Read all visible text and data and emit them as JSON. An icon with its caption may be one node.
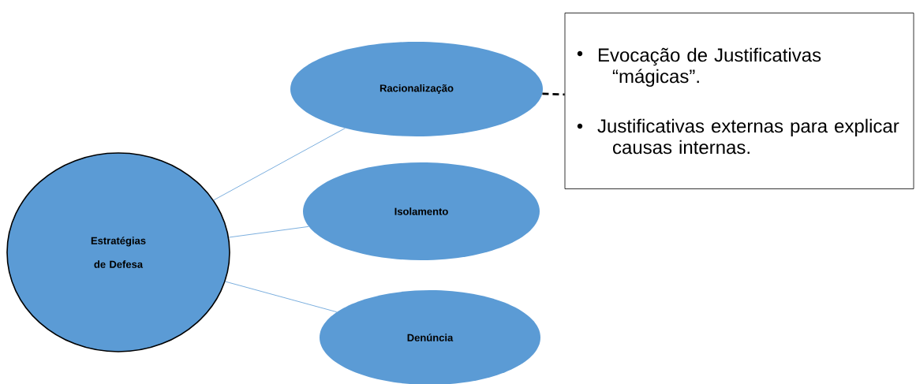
{
  "diagram": {
    "nodes": [
      {
        "text": [
          "Estratégias de Defesa"
        ]
      },
      {
        "text": [
          "Racionalização"
        ]
      },
      {
        "text": [
          "Isolamento"
        ]
      },
      {
        "text": [
          "Denúncia"
        ]
      },
      {
        "text": [
          "Evocação de Justificativas “mágicas”.",
          "Justificativas externas para explicar causas internas."
        ]
      }
    ],
    "edges": [
      {
        "from": 0,
        "to": 1,
        "arrow": "none"
      },
      {
        "from": 0,
        "to": 2,
        "arrow": "none"
      },
      {
        "from": 0,
        "to": 3,
        "arrow": "none"
      },
      {
        "from": 1,
        "to": 4,
        "arrow": "none",
        "style": "dashed",
        "color": "#000000"
      }
    ]
  }
}
